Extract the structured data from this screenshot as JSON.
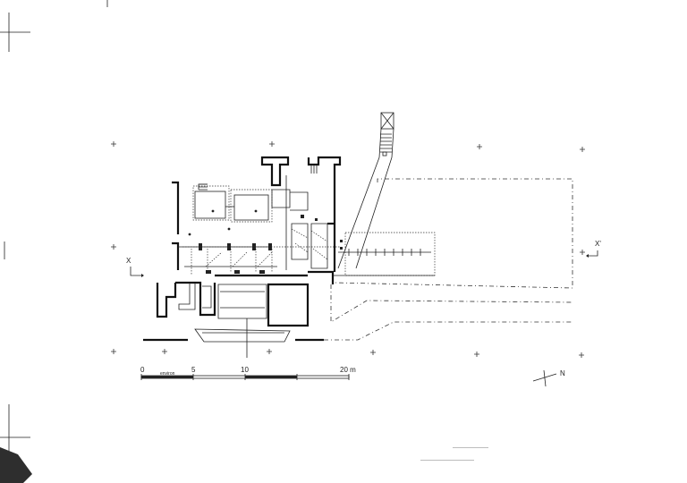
{
  "axis_markers": {
    "x_start": "X",
    "x_end": "X'"
  },
  "scale_bar": {
    "ticks": [
      "0",
      "5",
      "10",
      "20 m"
    ],
    "word": "environ"
  },
  "north_arrow": {
    "letter": "N"
  },
  "colors": {
    "ink": "#1a1a1a",
    "paper": "#ffffff"
  }
}
